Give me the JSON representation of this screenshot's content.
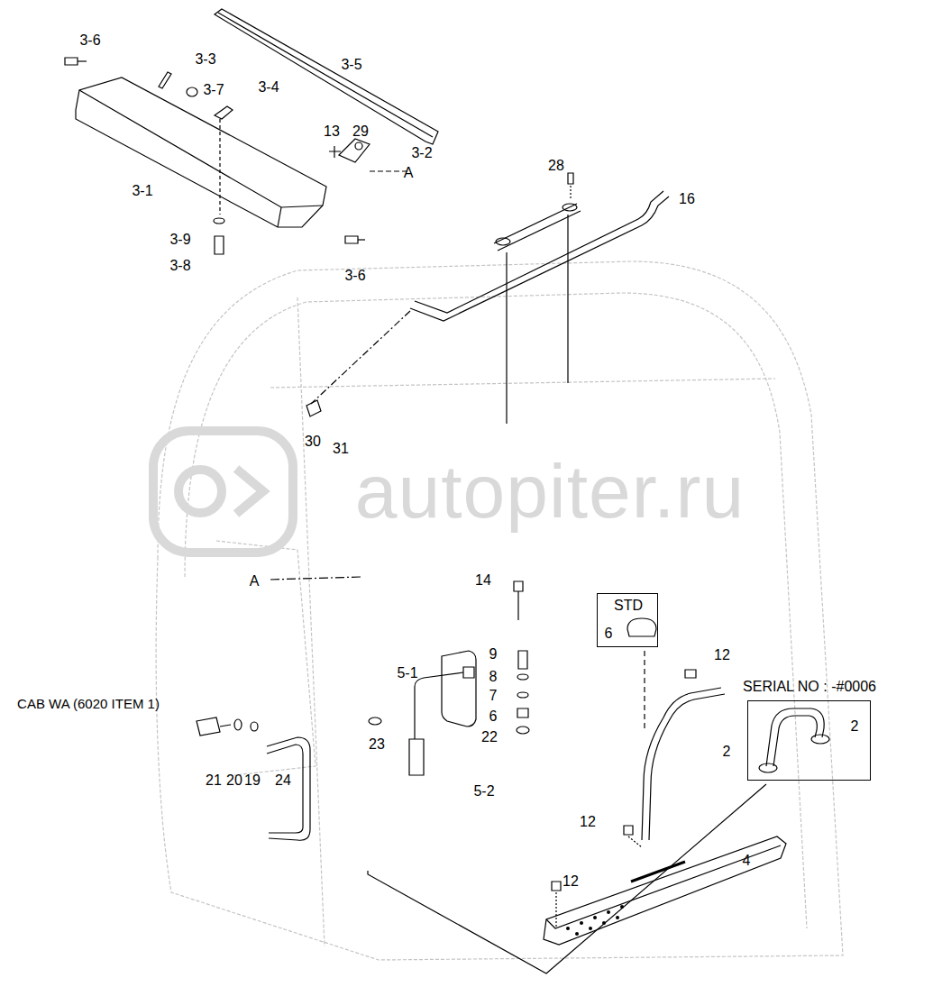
{
  "diagram": {
    "nodes": [
      {
        "text": [
          "STD",
          "6"
        ]
      },
      {
        "text": [
          "SERIAL NO : -#0006",
          "2"
        ]
      }
    ],
    "labels": [
      "3-6",
      "3-3",
      "3-7",
      "3-4",
      "3-5",
      "13",
      "29",
      "3-2",
      "A",
      "3-1",
      "3-9",
      "3-8",
      "3-6",
      "28",
      "16",
      "30",
      "31",
      "autopiter.ru",
      "A",
      "14",
      "9",
      "8",
      "7",
      "6",
      "22",
      "23",
      "5-1",
      "5-2",
      "12",
      "2",
      "12",
      "4",
      "12",
      "CAB WA (6020 ITEM 1)",
      "21",
      "20",
      "19",
      "24"
    ]
  }
}
